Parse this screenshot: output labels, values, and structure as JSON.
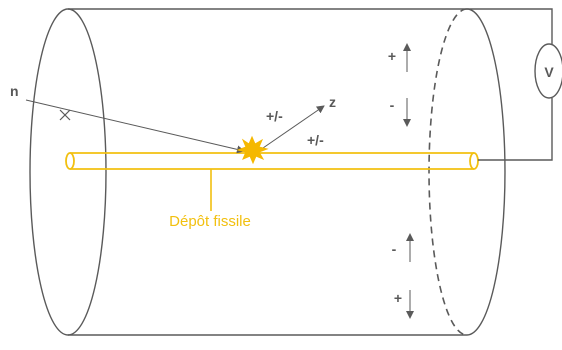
{
  "labels": {
    "neutron": "n",
    "charge_left": "+/-",
    "charge_right": "+/-",
    "z_axis": "z",
    "voltmeter": "V",
    "deposit": "Dépôt fissile",
    "field_top_plus": "+",
    "field_top_minus": "-",
    "field_bottom_minus": "-",
    "field_bottom_plus": "+"
  },
  "colors": {
    "outline": "#5a5a5a",
    "text": "#595959",
    "deposit": "#f2c010",
    "spark": "#f5b800",
    "background": "#ffffff"
  },
  "icons": {
    "fission": "spark-burst-icon",
    "neutron_origin": "cross-mark-icon",
    "meter": "voltmeter-icon"
  }
}
